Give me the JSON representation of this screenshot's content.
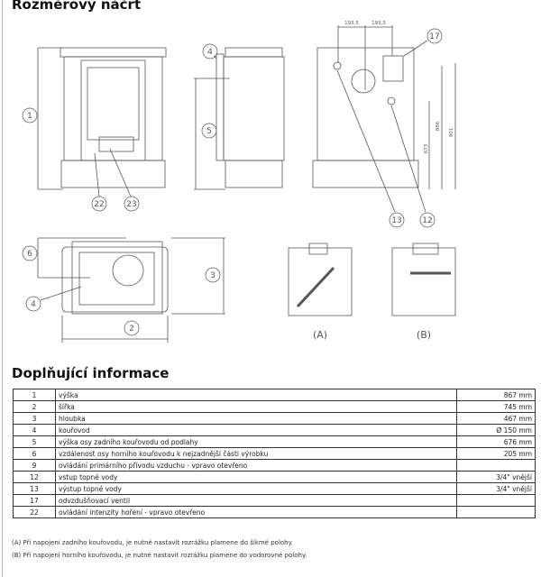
{
  "title": "Rozměrový náčrt",
  "drawing": {
    "front": {
      "labels": [
        "1",
        "22",
        "23"
      ]
    },
    "side": {
      "labels": [
        "4",
        "5"
      ]
    },
    "back": {
      "labels": [
        "17",
        "13",
        "12"
      ],
      "dims": [
        "193,5",
        "193,5",
        "886",
        "901",
        "673"
      ]
    },
    "top": {
      "labels": [
        "6",
        "3",
        "4",
        "2"
      ]
    },
    "sections": [
      "(A)",
      "(B)"
    ]
  },
  "info_title": "Doplňující informace",
  "table": [
    {
      "n": "1",
      "desc": "výška",
      "val": "867 mm"
    },
    {
      "n": "2",
      "desc": "šířka",
      "val": "745 mm"
    },
    {
      "n": "3",
      "desc": "hloubka",
      "val": "467 mm"
    },
    {
      "n": "4",
      "desc": "kouřovod",
      "val": "Ø 150 mm"
    },
    {
      "n": "5",
      "desc": "výška osy zadního kouřovodu od podlahy",
      "val": "676 mm"
    },
    {
      "n": "6",
      "desc": "vzdálenost osy horního kouřovodu k nejzadnější části výrobku",
      "val": "205 mm"
    },
    {
      "n": "9",
      "desc": "ovládání primárního přívodu vzduchu - vpravo otevřeno",
      "val": ""
    },
    {
      "n": "12",
      "desc": "vstup topné vody",
      "val": "3/4\" vnější"
    },
    {
      "n": "13",
      "desc": "výstup topné vody",
      "val": "3/4\" vnější"
    },
    {
      "n": "17",
      "desc": "odvzdušňovací ventil",
      "val": ""
    },
    {
      "n": "22",
      "desc": "ovládání intenzity hoření - vpravo otevřeno",
      "val": ""
    }
  ],
  "notes": [
    "(A) Při napojení zadního kouřovodu, je nutné nastavit rozrážku plamene do šikmé polohy.",
    "(B) Při napojení horního kouřovodu, je nutné nastavit rozrážku plamene do vodorovné polohy."
  ]
}
